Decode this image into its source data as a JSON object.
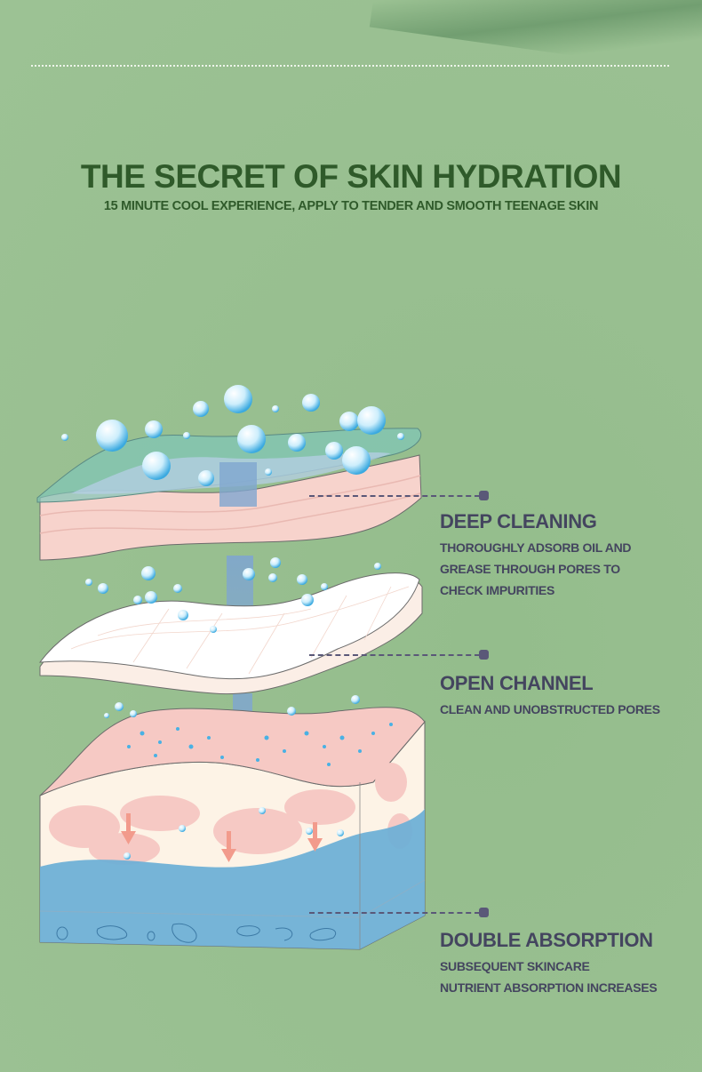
{
  "header": {
    "title": "THE SECRET OF SKIN HYDRATION",
    "subtitle": "15 MINUTE COOL EXPERIENCE, APPLY TO TENDER AND SMOOTH TEENAGE SKIN"
  },
  "callouts": [
    {
      "heading": "DEEP CLEANING",
      "lines": [
        "THOROUGHLY ADSORB OIL AND",
        "GREASE THROUGH PORES TO",
        "CHECK IMPURITIES"
      ]
    },
    {
      "heading": "OPEN CHANNEL",
      "lines": [
        "CLEAN AND UNOBSTRUCTED PORES"
      ]
    },
    {
      "heading": "DOUBLE ABSORPTION",
      "lines": [
        "SUBSEQUENT SKINCARE",
        "NUTRIENT ABSORPTION INCREASES"
      ]
    }
  ],
  "illustration": {
    "layers": [
      "hydrogel-mask-layer",
      "mask-sheet-layer",
      "skin-block-layer"
    ],
    "arrow_color": "#7fa6cf"
  },
  "colors": {
    "background": "#98bf90",
    "title": "#2f5a2a",
    "callout_text": "#44455f",
    "leader": "#5a5878",
    "skin_pink": "#f6c9c4",
    "water_blue": "#6fb0d6"
  }
}
